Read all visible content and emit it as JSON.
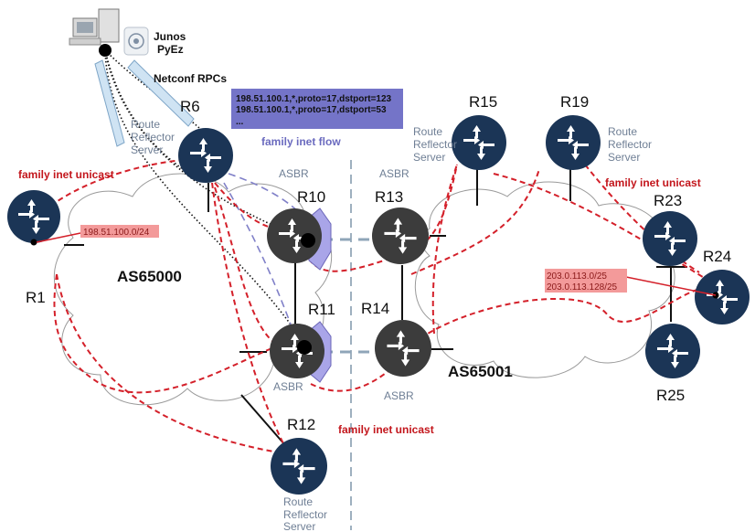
{
  "routers": {
    "r1": {
      "name": "R1",
      "role": ""
    },
    "r6": {
      "name": "R6",
      "role": "Route Reflector Server"
    },
    "r10": {
      "name": "R10",
      "role": ""
    },
    "r11": {
      "name": "R11",
      "role": "ASBR"
    },
    "r12": {
      "name": "R12",
      "role": "Route Reflector Server"
    },
    "r13": {
      "name": "R13",
      "role": "ASBR"
    },
    "r14": {
      "name": "R14",
      "role": "ASBR"
    },
    "r15": {
      "name": "R15",
      "role": "Route Reflector Server"
    },
    "r19": {
      "name": "R19",
      "role": "Route Reflector Server"
    },
    "r23": {
      "name": "R23",
      "role": ""
    },
    "r24": {
      "name": "R24",
      "role": ""
    },
    "r25": {
      "name": "R25",
      "role": ""
    }
  },
  "labels": {
    "as65000": "AS65000",
    "as65001": "AS65001",
    "asbr_r10": "ASBR",
    "junos": "Junos",
    "pyez": "PyEz",
    "netconf": "Netconf RPCs",
    "unicast_left": "family inet unicast",
    "unicast_right": "family inet unicast",
    "unicast_bottom": "family inet unicast"
  },
  "flowspec": {
    "line1": "198.51.100.1,*,proto=17,dstport=123",
    "line2": "198.51.100.1,*,proto=17,dstport=53",
    "line3": "...",
    "label": "family inet flow"
  },
  "prefixes": {
    "r1_prefix": "198.51.100.0/24",
    "r24_prefix1": "203.0.113.0/25",
    "r24_prefix2": "203.0.113.128/25"
  },
  "colors": {
    "router_blue": "#1b3556",
    "router_dark": "#3c3c3c",
    "rr_red": "#d4202a",
    "flow_box": "#7474c8",
    "prefix_box": "#f39a9a"
  }
}
